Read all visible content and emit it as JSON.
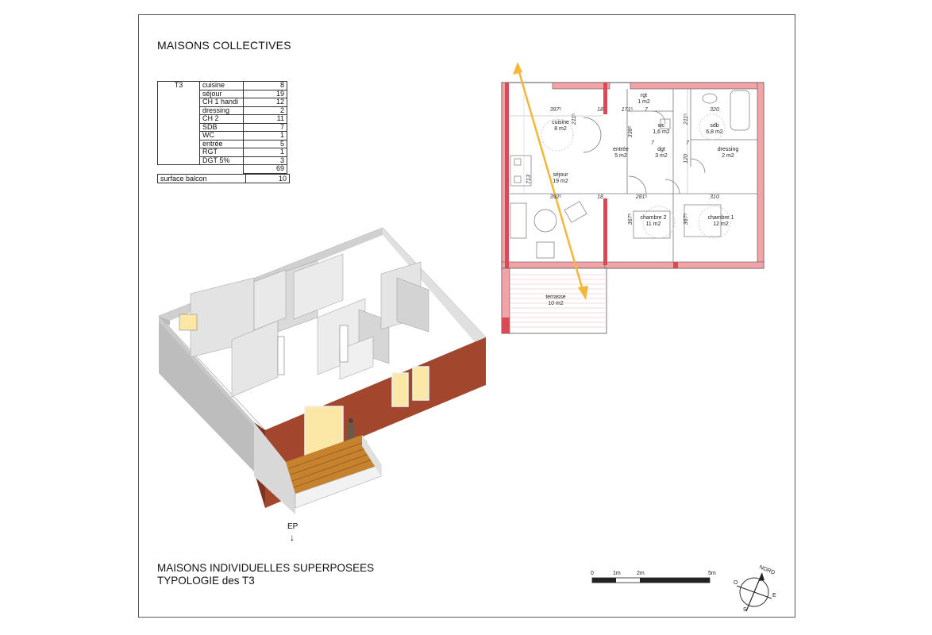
{
  "header": {
    "title": "MAISONS COLLECTIVES"
  },
  "footer": {
    "line1": "MAISONS INDIVIDUELLES SUPERPOSEES",
    "line2": "TYPOLOGIE des T3"
  },
  "areas": {
    "type": "T3",
    "rows": [
      {
        "label": "cuisine",
        "value": "8"
      },
      {
        "label": "séjour",
        "value": "19"
      },
      {
        "label": "CH 1 handi",
        "value": "12"
      },
      {
        "label": "dressing",
        "value": "2"
      },
      {
        "label": "CH 2",
        "value": "11"
      },
      {
        "label": "SDB",
        "value": "7"
      },
      {
        "label": "WC",
        "value": "1"
      },
      {
        "label": "entrée",
        "value": "5"
      },
      {
        "label": "RGT",
        "value": "1"
      },
      {
        "label": "DGT 5%",
        "value": "3"
      }
    ],
    "total": "69",
    "balcony_label": "surface balcon",
    "balcony_value": "10"
  },
  "plan": {
    "rooms": {
      "cuisine": {
        "name": "cuisine",
        "area": "8 m2"
      },
      "sejour": {
        "name": "séjour",
        "area": "19 m2"
      },
      "entree": {
        "name": "entrée",
        "area": "5 m2"
      },
      "dgt": {
        "name": "dgt",
        "area": "3 m2"
      },
      "rgt": {
        "name": "rgt",
        "area": "1 m2"
      },
      "wc": {
        "name": "wc",
        "area": "1,6 m2"
      },
      "sdb": {
        "name": "sdb",
        "area": "6,8 m2"
      },
      "dressing": {
        "name": "dressing",
        "area": "2 m2"
      },
      "chambre2": {
        "name": "chambre 2",
        "area": "11 m2"
      },
      "chambre1": {
        "name": "chambre 1",
        "area": "12 m2"
      },
      "terrasse": {
        "name": "terrasse",
        "area": "10 m2"
      }
    },
    "dims": {
      "d1": "397⁵",
      "d2": "18",
      "d3": "171⁵",
      "d4": "7",
      "d5": "320",
      "d6": "211⁵",
      "d7": "211⁵",
      "d8": "338⁵",
      "d9": "7",
      "d10": "7",
      "d11": "120",
      "d12": "713",
      "d13": "392⁵",
      "d14": "18",
      "d15": "281⁵",
      "d16": "310",
      "d17": "367⁵",
      "d18": "367⁵"
    }
  },
  "iso": {
    "entry_label": "EP",
    "entry_arrow": "↓"
  },
  "scale": {
    "l0": "0",
    "l1": "1m",
    "l2": "2m",
    "l5": "5m"
  },
  "compass": {
    "n": "NORD",
    "e": "E",
    "o": "O",
    "s": "S"
  },
  "colors": {
    "wall_pink": "#f2a3a8",
    "wall_red": "#d94a55",
    "facade": "#a2462e",
    "sun": "#f6b63a"
  }
}
